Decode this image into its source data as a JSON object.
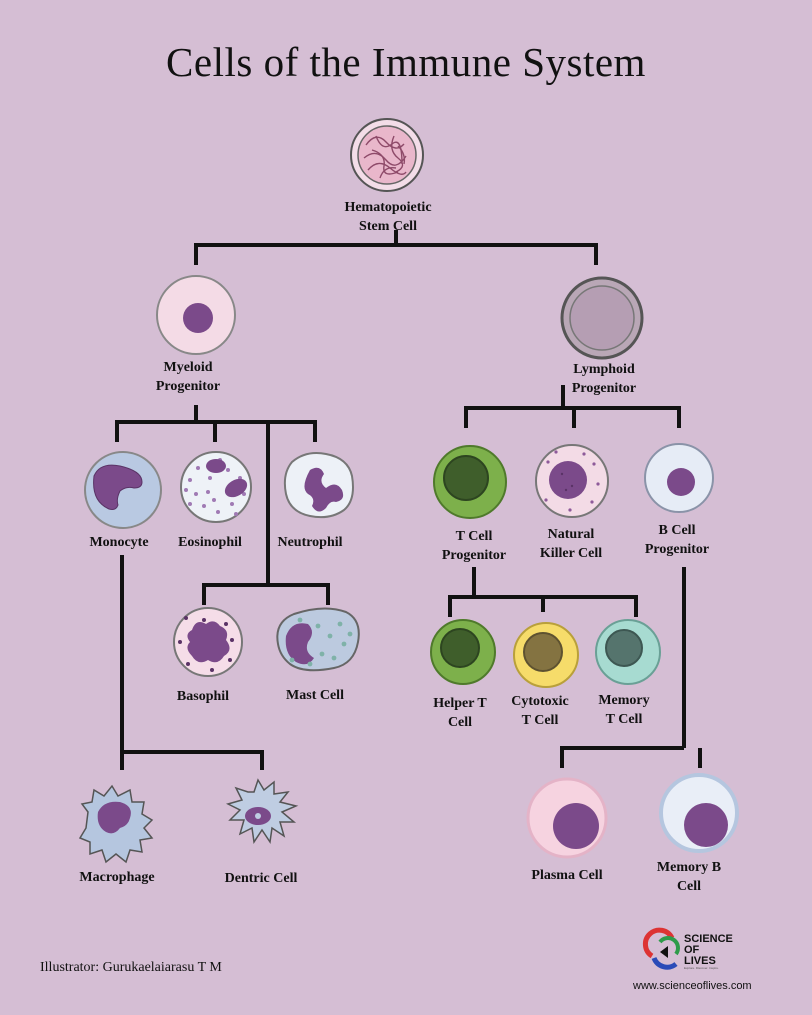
{
  "title": "Cells of the Immune System",
  "cells": {
    "hsc": [
      "Hematopoietic",
      "Stem Cell"
    ],
    "myeloid": [
      "Myeloid",
      "Progenitor"
    ],
    "lymphoid": [
      "Lymphoid",
      "Progenitor"
    ],
    "monocyte": [
      "Monocyte"
    ],
    "eosinophil": [
      "Eosinophil"
    ],
    "neutrophil": [
      "Neutrophil"
    ],
    "basophil": [
      "Basophil"
    ],
    "mast": [
      "Mast Cell"
    ],
    "macrophage": [
      "Macrophage"
    ],
    "dendritic": [
      "Dentric Cell"
    ],
    "tprog": [
      "T Cell",
      "Progenitor"
    ],
    "nk": [
      "Natural",
      "Killer Cell"
    ],
    "bprog": [
      "B Cell",
      "Progenitor"
    ],
    "helper": [
      "Helper T",
      "Cell"
    ],
    "cytotoxic": [
      "Cytotoxic",
      "T Cell"
    ],
    "memoryt": [
      "Memory",
      "T Cell"
    ],
    "plasma": [
      "Plasma Cell"
    ],
    "memoryb": [
      "Memory B",
      "Cell"
    ]
  },
  "footer": {
    "credit": "Illustrator: Gurukaelaiarasu T M",
    "logo_lines": [
      "SCIENCE",
      "OF",
      "LIVES"
    ],
    "logo_tagline": "Explore. Discover. Inspire.",
    "url": "www.scienceoflives.com"
  }
}
